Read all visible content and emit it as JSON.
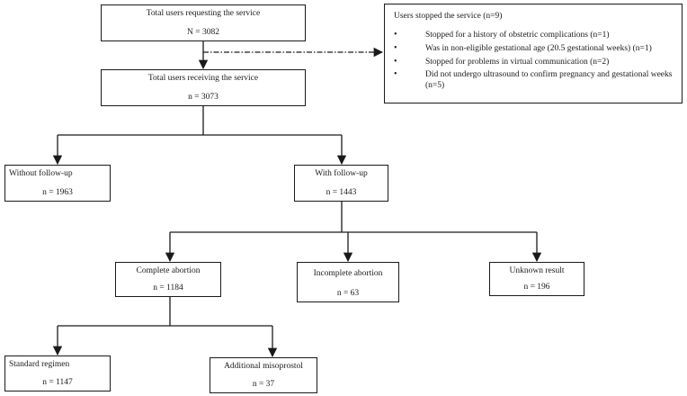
{
  "flowchart": {
    "total_requesting": {
      "title": "Total users requesting the service",
      "count": "N = 3082"
    },
    "total_receiving": {
      "title": "Total users receiving the service",
      "count": "n = 3073"
    },
    "stopped": {
      "title": "Users stopped the service (n=9)",
      "reasons": [
        "Stopped for a history of obstetric complications (n=1)",
        "Was in non-eligible gestational age (20.5 gestational weeks) (n=1)",
        "Stopped for problems in virtual communication (n=2)",
        "Did not undergo ultrasound to confirm pregnancy and gestational weeks (n=5)"
      ]
    },
    "without_followup": {
      "title": "Without follow-up",
      "count": "n = 1963"
    },
    "with_followup": {
      "title": "With follow-up",
      "count": "n = 1443"
    },
    "complete_abortion": {
      "title": "Complete abortion",
      "count": "n = 1184"
    },
    "incomplete_abortion": {
      "title": "Incomplete abortion",
      "count": "n = 63"
    },
    "unknown_result": {
      "title": "Unknown result",
      "count": "n = 196"
    },
    "standard_regimen": {
      "title": "Standard regimen",
      "count": "n = 1147"
    },
    "additional_misoprostol": {
      "title": "Additional misoprostol",
      "count": "n = 37"
    }
  }
}
